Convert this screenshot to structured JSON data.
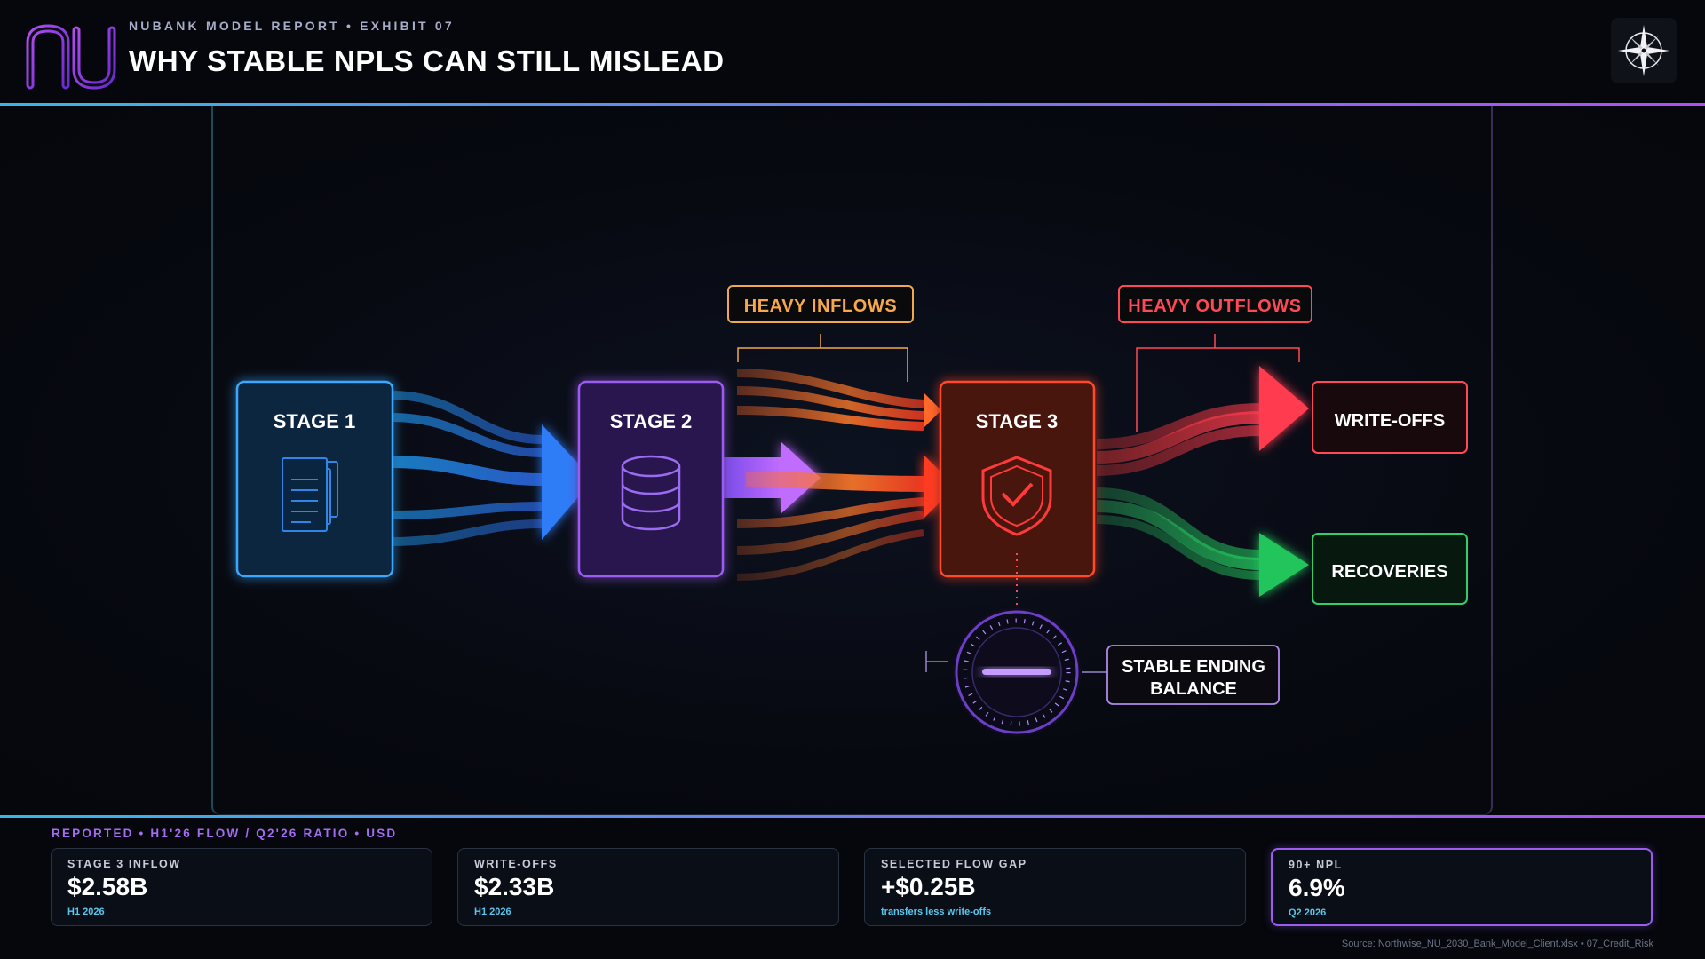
{
  "header": {
    "kicker": "NUBANK MODEL REPORT • EXHIBIT 07",
    "title": "WHY STABLE NPLS CAN STILL MISLEAD",
    "logo_icon": "nu-logo-icon",
    "compass_icon": "compass-icon"
  },
  "diagram": {
    "stages": [
      {
        "label": "STAGE 1",
        "icon": "documents-icon",
        "color": "#2d8cf0"
      },
      {
        "label": "STAGE 2",
        "icon": "database-icon",
        "color": "#8f5cf0"
      },
      {
        "label": "STAGE 3",
        "icon": "shield-check-icon",
        "color": "#ff4a2a"
      }
    ],
    "inflows_label": "HEAVY INFLOWS",
    "outflows_label": "HEAVY OUTFLOWS",
    "outcomes": [
      {
        "label": "WRITE-OFFS",
        "color": "#ff4a55"
      },
      {
        "label": "RECOVERIES",
        "color": "#2fd06a"
      }
    ],
    "balance_label_line1": "STABLE ENDING",
    "balance_label_line2": "BALANCE",
    "balance_icon": "gauge-icon"
  },
  "metrics": {
    "caption": "REPORTED • H1'26 FLOW / Q2'26 RATIO • USD",
    "cards": [
      {
        "label": "STAGE 3 INFLOW",
        "value": "$2.58B",
        "sub": "H1 2026"
      },
      {
        "label": "WRITE-OFFS",
        "value": "$2.33B",
        "sub": "H1 2026"
      },
      {
        "label": "SELECTED FLOW GAP",
        "value": "+$0.25B",
        "sub": "transfers less write-offs"
      },
      {
        "label": "90+ NPL",
        "value": "6.9%",
        "sub": "Q2 2026"
      }
    ]
  },
  "source": "Source: Northwise_NU_2030_Bank_Model_Client.xlsx • 07_Credit_Risk",
  "colors": {
    "accent_blue": "#36b7e6",
    "accent_purple": "#b04ff0",
    "inflow_orange": "#ff8a2a",
    "outflow_red": "#ff4a55",
    "recovery_green": "#2fd06a"
  }
}
